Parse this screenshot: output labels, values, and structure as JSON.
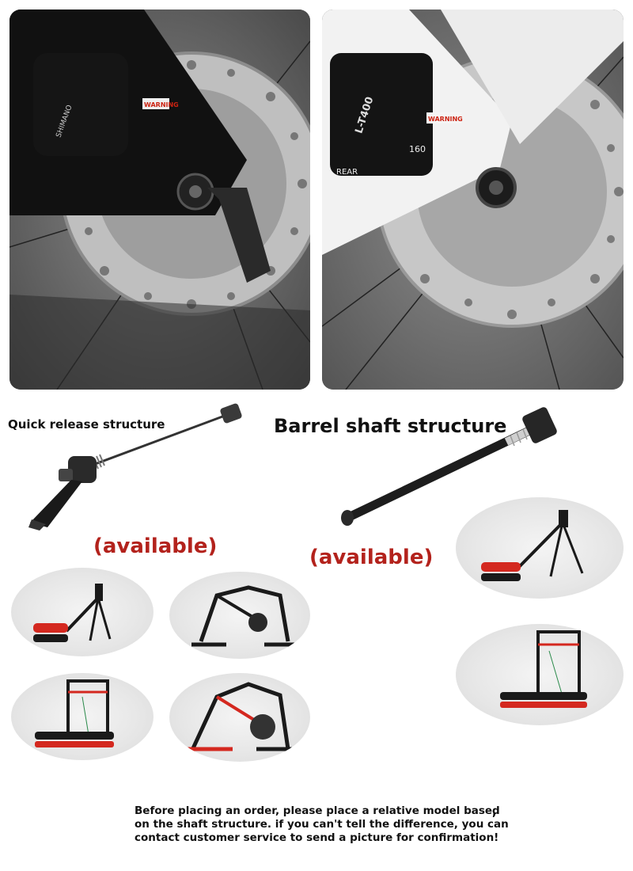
{
  "labels": {
    "quick_release": "Quick release structure",
    "barrel_shaft": "Barrel shaft structure",
    "available_left": "(available)",
    "available_right": "(available)"
  },
  "photo_left": {
    "caliper_brand": "SHIMANO",
    "warning_text": "WARNING"
  },
  "photo_right": {
    "caliper_model": "L-T400",
    "warning_text": "WARNING",
    "rotor_size": "160",
    "position_text": "REAR"
  },
  "footer": {
    "line1": "Before placing an order, please place a relative model based",
    "line2": "on the shaft structure. if you can't tell the difference, you can",
    "line3": "contact customer service to send a picture for confirmation!",
    "trailing_comma": ","
  },
  "colors": {
    "accent_red": "#b3221c",
    "trainer_red": "#d4281f",
    "frame_black": "#1a1a1a"
  }
}
